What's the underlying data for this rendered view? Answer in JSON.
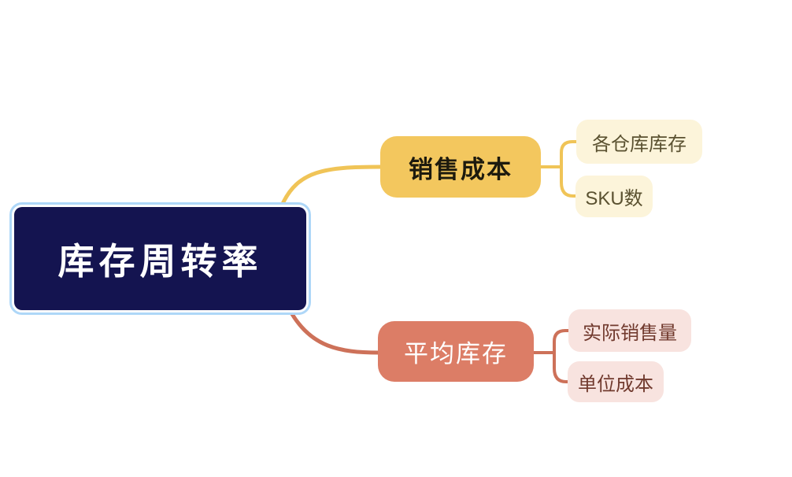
{
  "canvas": {
    "background": "#ffffff"
  },
  "root": {
    "label": "库存周转率",
    "fill_color": "#141450",
    "border_color": "#aed7f8",
    "text_color": "#ffffff"
  },
  "branches": [
    {
      "id": "cost-of-sales",
      "label": "销售成本",
      "node_color": "#f3c75e",
      "line_color": "#f0c457",
      "text_color": "#1d1a0e",
      "children": [
        {
          "label": "各仓库库存",
          "node_color": "#fcf4da",
          "text_color": "#5a5130"
        },
        {
          "label": "SKU数",
          "node_color": "#fcf4da",
          "text_color": "#5a5130"
        }
      ]
    },
    {
      "id": "average-inventory",
      "label": "平均库存",
      "node_color": "#dc7d66",
      "line_color": "#cd7159",
      "text_color": "#ffffff",
      "children": [
        {
          "label": "实际销售量",
          "node_color": "#f8e3df",
          "text_color": "#713a2e"
        },
        {
          "label": "单位成本",
          "node_color": "#f8e3df",
          "text_color": "#713a2e"
        }
      ]
    }
  ]
}
